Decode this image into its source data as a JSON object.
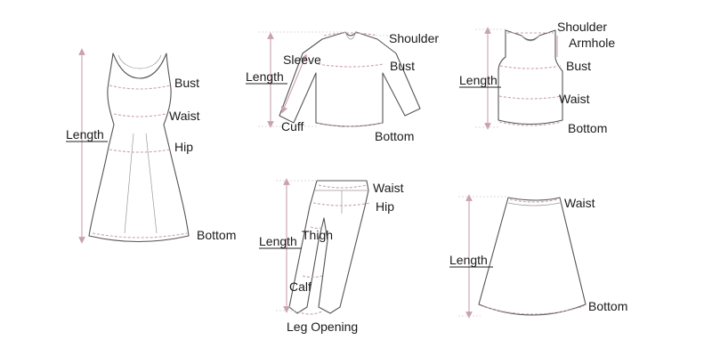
{
  "colors": {
    "garment_outline": "#555555",
    "measure_line": "#c9a1b0",
    "label_text": "#1a1a1a"
  },
  "dress": {
    "length": "Length",
    "bust": "Bust",
    "waist": "Waist",
    "hip": "Hip",
    "bottom": "Bottom"
  },
  "shirt": {
    "length": "Length",
    "sleeve": "Sleeve",
    "shoulder": "Shoulder",
    "bust": "Bust",
    "cuff": "Cuff",
    "bottom": "Bottom"
  },
  "vest": {
    "shoulder": "Shoulder",
    "armhole": "Armhole",
    "length": "Length",
    "bust": "Bust",
    "waist": "Waist",
    "bottom": "Bottom"
  },
  "pants": {
    "waist": "Waist",
    "hip": "Hip",
    "length": "Length",
    "thigh": "Thigh",
    "calf": "Calf",
    "leg_opening": "Leg Opening"
  },
  "skirt": {
    "waist": "Waist",
    "length": "Length",
    "bottom": "Bottom"
  }
}
